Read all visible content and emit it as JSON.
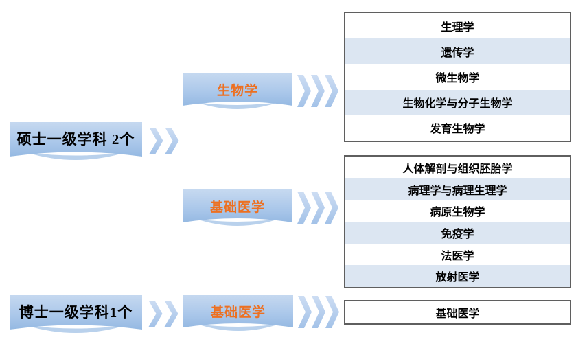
{
  "nodes": {
    "master": {
      "label": "硕士一级学科 2个"
    },
    "doctor": {
      "label": "博士一级学科1个"
    },
    "biology": {
      "label": "生物学"
    },
    "basic_med_master": {
      "label": "基础医学"
    },
    "basic_med_doctor": {
      "label": "基础医学"
    }
  },
  "lists": [
    {
      "name": "biology-subjects",
      "items": [
        "生理学",
        "遗传学",
        "微生物学",
        "生物化学与分子生物学",
        "发育生物学"
      ]
    },
    {
      "name": "basic-medicine-subjects",
      "items": [
        "人体解剖与组织胚胎学",
        "病理学与病理生理学",
        "病原生物学",
        "免疫学",
        "法医学",
        "放射医学"
      ]
    },
    {
      "name": "doctor-basic-medicine-subjects",
      "items": [
        "基础医学"
      ]
    }
  ],
  "colors": {
    "banner_gradient_top": "#c6d9f0",
    "banner_gradient_bottom": "#95b9e2",
    "banner_wave": "#b9d1ec",
    "chevron_top": "#cdddf3",
    "chevron_bottom": "#a3c2e8",
    "row_alt_blue": "#dce6f2",
    "box_border_gray": "#5f5f5f",
    "accent_orange": "#ed7021",
    "text_black": "#000000"
  }
}
